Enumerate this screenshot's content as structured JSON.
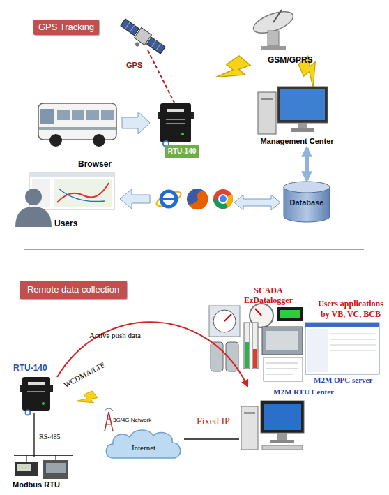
{
  "diagram": {
    "nodes": [
      {
        "text": [
          "GPS Tracking"
        ]
      },
      {
        "text": [
          "RTU-140"
        ]
      },
      {
        "text": [
          "Management Center"
        ]
      },
      {
        "text": [
          "Browser"
        ]
      },
      {
        "text": [
          "Database"
        ]
      },
      {
        "text": [
          "Remote data collection"
        ]
      },
      {
        "text": [
          "RTU-140"
        ]
      },
      {
        "text": [
          "M2M RTU Center"
        ]
      },
      {
        "text": [
          "Internet"
        ]
      },
      {
        "text": [
          "Modbus RTU"
        ]
      }
    ],
    "edges": [
      {
        "from": 2,
        "to": 4,
        "arrow": "both"
      },
      {
        "from": 6,
        "to": 7,
        "label": "Active push data",
        "arrow": "to"
      },
      {
        "from": 8,
        "to": 7,
        "label": "Fixed IP",
        "arrow": "none"
      },
      {
        "from": 6,
        "to": 9,
        "label": "RS-485",
        "arrow": "none"
      }
    ],
    "labels": [
      "GSM/GPRS",
      "GPS",
      "Users",
      "SCADA EzDatalogger",
      "Users applications by VB, VC, BCB",
      "M2M OPC server",
      "WCDMA/LTE",
      "3G/4G Network"
    ]
  }
}
